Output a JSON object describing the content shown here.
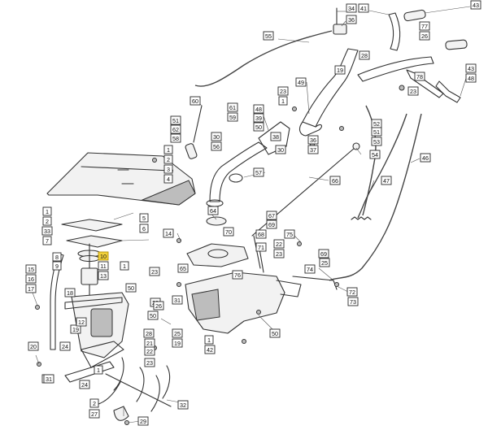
{
  "diagram": {
    "highlight_color": "#f3d23c",
    "callouts": [
      "34",
      "36",
      "41",
      "43",
      "55",
      "77",
      "26",
      "28",
      "19",
      "49",
      "43",
      "48",
      "78",
      "23",
      "1",
      "23",
      "60",
      "61",
      "59",
      "48",
      "39",
      "50",
      "38",
      "51",
      "62",
      "58",
      "30",
      "56",
      "54",
      "52",
      "51",
      "53",
      "36",
      "37",
      "30",
      "46",
      "1",
      "2",
      "3",
      "4",
      "57",
      "66",
      "47",
      "1",
      "2",
      "5",
      "6",
      "33",
      "7",
      "8",
      "9",
      "10",
      "11",
      "13",
      "64",
      "67",
      "69",
      "68",
      "70",
      "71",
      "22",
      "23",
      "14",
      "15",
      "16",
      "17",
      "18",
      "19",
      "12",
      "1",
      "23",
      "50",
      "31",
      "23",
      "76",
      "65",
      "75",
      "74",
      "69",
      "25",
      "72",
      "73",
      "26",
      "50",
      "25",
      "19",
      "28",
      "21",
      "22",
      "23",
      "24",
      "20",
      "23",
      "1",
      "24",
      "2",
      "27",
      "32",
      "29",
      "1",
      "42",
      "50",
      "31",
      "1"
    ]
  }
}
